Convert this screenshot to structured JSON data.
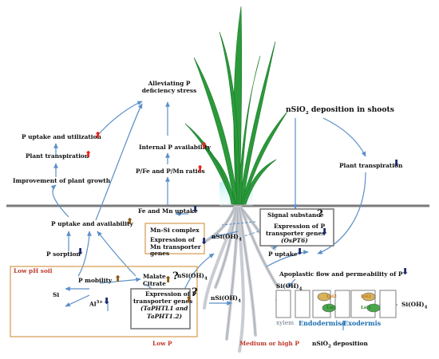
{
  "labels": {
    "alleviating": "Alleviating P deficiency stress",
    "p_uptake_utilization": "P uptake and utilization",
    "plant_transpiration_left": "Plant transpiration",
    "improvement_growth": "Improvement of plant growth",
    "internal_p": "Internal P availability",
    "pfe_pmn": "P/Fe and P/Mn ratios",
    "nsio2_shoots": "nSiO2 deposition in shoots",
    "plant_transpiration_right": "Plant transpiration",
    "fe_mn_uptake": "Fe and Mn uptake",
    "p_uptake_availability": "P uptake and availability",
    "mn_si_complex": "Mn-Si complex",
    "expr_mn": "Expression of Mn transporter genes",
    "nsioh4_a": "nSi(OH)4",
    "signal_substance": "Signal substance",
    "expr_p_ospt6_l1": "Expression of P",
    "expr_p_ospt6_l2": "transporter genes",
    "ospt6": "(OsPT6)",
    "p_uptake_right": "P uptake",
    "p_sorption": "P sorption",
    "low_ph_soil": "Low pH soil",
    "p_mobility": "P mobility",
    "si": "Si",
    "al3": "Al3+",
    "malate": "Malate",
    "citrate": "Citrate",
    "nsioh4_b": "nSi(OH)4",
    "apoplastic": "Apoplastic flow and permeability of P",
    "expr_p_ta_l1": "Expression of P",
    "expr_p_ta_l2": "transporter genes",
    "taphtl1": "(TaPHTL1 and",
    "taphtl2": "TaPHT1.2)",
    "sioh4_left": "Si(OH)4",
    "sioh4_right": "Si(OH)4",
    "nsioh4_c": "nSi(OH)4",
    "xylem": "xylem",
    "endodermis": "Endodermis",
    "exodermis": "Exodermis",
    "lsi2_a": "Lsi2",
    "lsi1_a": "Lsi1",
    "lsi2_b": "Lsi2",
    "lsi1_b": "Lsi1",
    "low_p": "Low P",
    "medium_high_p": "Medium or high P",
    "nsio2_deposition": "nSiO2 deposition",
    "question": "?"
  },
  "colors": {
    "arrow_blue": "#5b8fc8",
    "arrow_up_red": "#e8231b",
    "arrow_up_brown": "#8a5a1a",
    "arrow_down_navy": "#1b2a6b",
    "plant_green": "#2a9a3a",
    "soil_line": "#7a7a7a",
    "low_ph_box": "#d9a25a",
    "lsi2_fill": "#d8b25a",
    "lsi1_fill": "#4aa84a"
  }
}
